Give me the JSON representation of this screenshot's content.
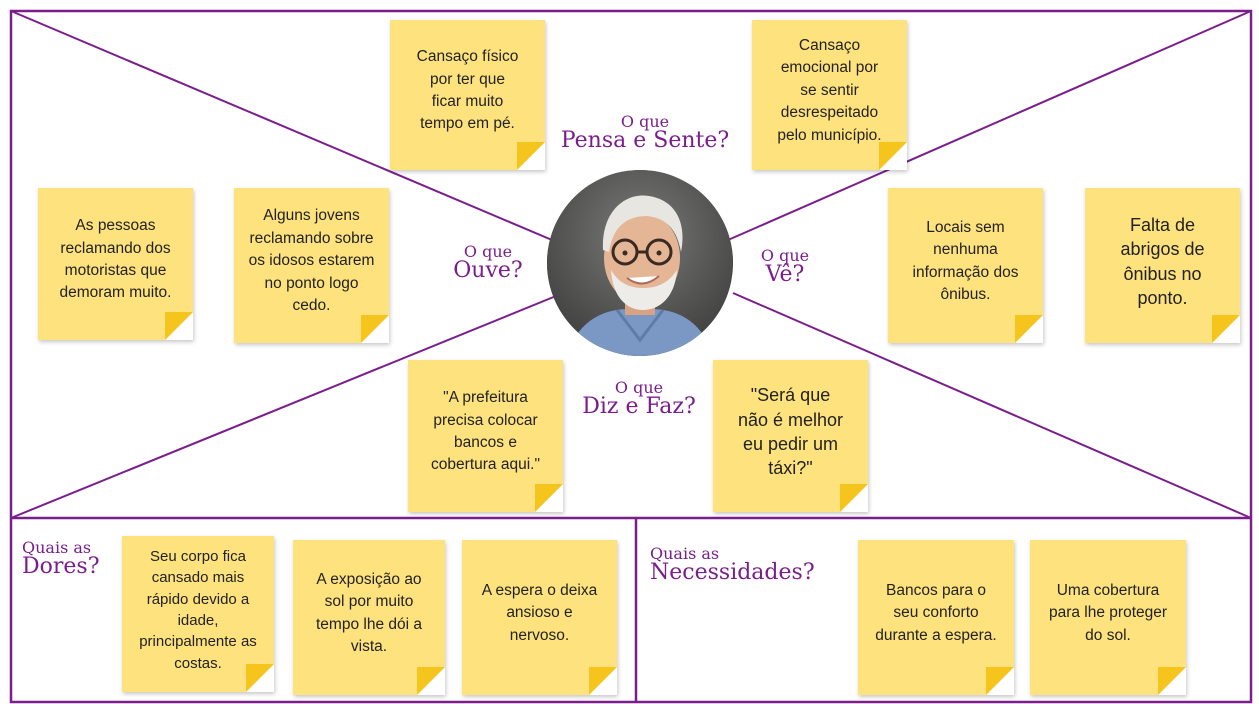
{
  "colors": {
    "border": "#7a1e8c",
    "note": "#fde27d",
    "note_fold": "#f5c51e",
    "label": "#7a1e8c"
  },
  "quadrants": {
    "pensa_sente": {
      "label_small": "O que",
      "label_big": "Pensa e Sente?",
      "notes": [
        "Cansaço físico\npor ter que\nficar muito\ntempo em pé.",
        "Cansaço\nemocional por\nse sentir\ndesrespeitado\npelo município."
      ]
    },
    "ouve": {
      "label_small": "O que",
      "label_big": "Ouve?",
      "notes": [
        "As pessoas\nreclamando dos\nmotoristas que\ndemoram muito.",
        "Alguns jovens\nreclamando sobre\nos idosos estarem\nno ponto logo\ncedo."
      ]
    },
    "ve": {
      "label_small": "O que",
      "label_big": "Vê?",
      "notes": [
        "Locais sem\nnenhuma\ninformação dos\nônibus.",
        "Falta de\nabrigos de\nônibus no\nponto."
      ]
    },
    "diz_faz": {
      "label_small": "O que",
      "label_big": "Diz e Faz?",
      "notes": [
        "\"A prefeitura\nprecisa colocar\nbancos e\ncobertura aqui.\"",
        "\"Será que\nnão é melhor\neu pedir um\ntáxi?\""
      ]
    }
  },
  "dores": {
    "label_small": "Quais as",
    "label_big": "Dores?",
    "notes": [
      "Seu corpo fica\ncansado mais\nrápido devido a\nidade,\nprincipalmente as\ncostas.",
      "A exposição ao\nsol por muito\ntempo lhe dói a\nvista.",
      "A espera o deixa\nansioso e\nnervoso."
    ]
  },
  "necessidades": {
    "label_small": "Quais as",
    "label_big": "Necessidades?",
    "notes": [
      "Bancos para o\nseu conforto\ndurante a espera.",
      "Uma cobertura\npara lhe proteger\ndo sol."
    ]
  },
  "persona": {
    "icon": "elderly-man-portrait"
  }
}
